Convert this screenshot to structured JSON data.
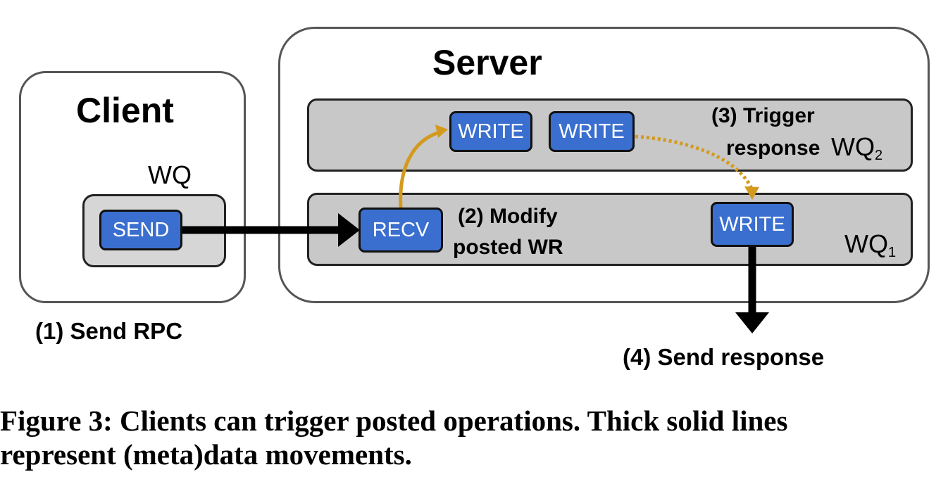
{
  "client": {
    "title": "Client",
    "wq_label": "WQ",
    "send_op": "SEND"
  },
  "server": {
    "title": "Server",
    "wq2": {
      "label": "WQ",
      "sub": "2",
      "ops": [
        "WRITE",
        "WRITE"
      ]
    },
    "wq1": {
      "label": "WQ",
      "sub": "1",
      "ops": [
        "RECV",
        "WRITE"
      ]
    }
  },
  "steps": {
    "step1": "(1) Send RPC",
    "step2_line1": "(2) Modify",
    "step2_line2": "posted WR",
    "step3_line1": "(3) Trigger",
    "step3_line2": "response",
    "step4": "(4) Send response"
  },
  "caption": {
    "line1": "Figure 3: Clients can trigger posted operations. Thick solid lines",
    "line2": "represent (meta)data movements."
  },
  "colors": {
    "op_fill": "#3a6fcf",
    "trigger_arrow": "#d49a1e",
    "data_arrow": "#000000",
    "wq_fill": "#c8c8c8"
  }
}
